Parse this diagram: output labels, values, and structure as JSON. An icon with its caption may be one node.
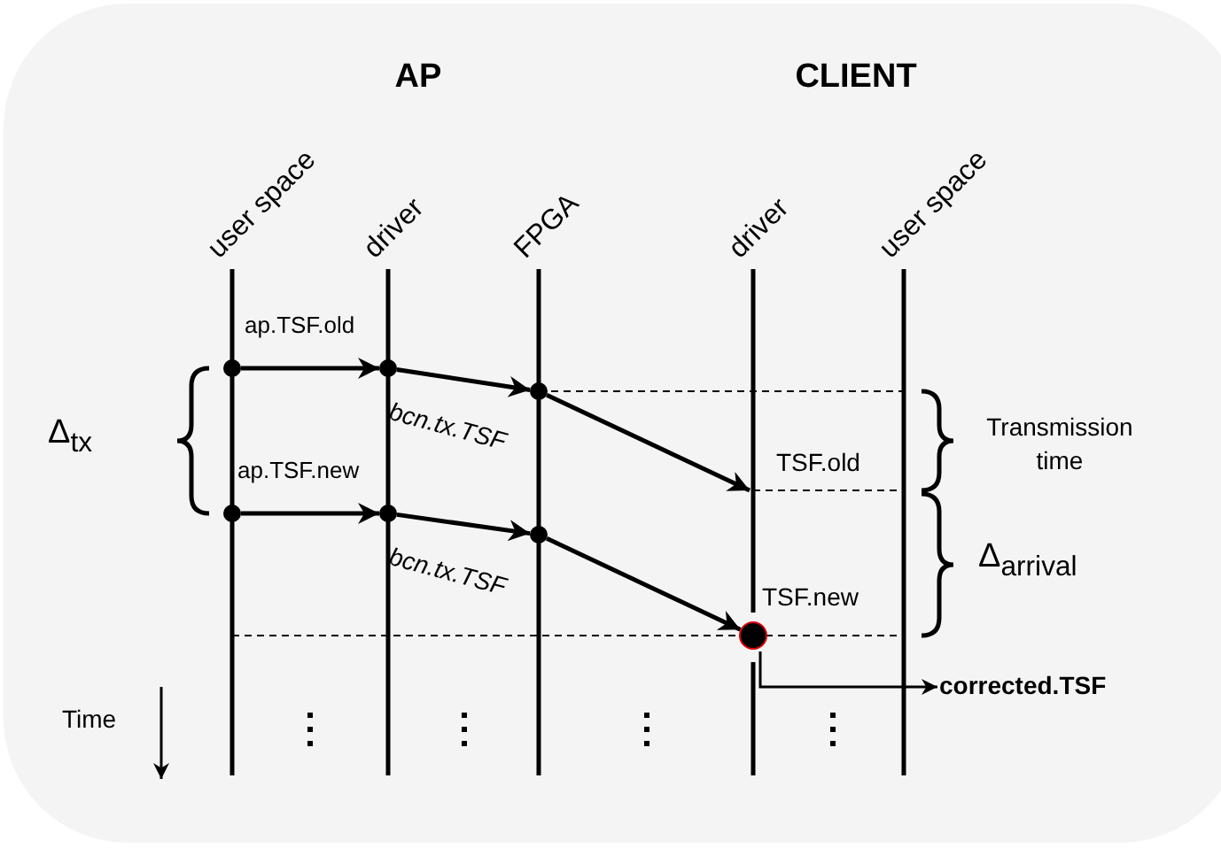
{
  "diagram": {
    "nodes": [
      {
        "text": [],
        "shape": "circle"
      },
      {
        "text": [],
        "shape": "circle"
      },
      {
        "text": [],
        "shape": "circle"
      },
      {
        "text": [],
        "shape": "circle"
      },
      {
        "text": [],
        "shape": "circle"
      },
      {
        "text": [],
        "shape": "circle"
      },
      {
        "text": [],
        "shape": "circle"
      },
      {
        "text": [
          "corrected.TSF"
        ]
      }
    ],
    "edges": [
      {
        "from": 0,
        "to": 1,
        "arrow": "to",
        "label": "ap.TSF.old"
      },
      {
        "from": 1,
        "to": 2,
        "arrow": "to",
        "label": "bcn.tx.TSF"
      },
      {
        "from": 2,
        "to": null,
        "arrow": "to"
      },
      {
        "from": 3,
        "to": 4,
        "arrow": "to",
        "label": "ap.TSF.new"
      },
      {
        "from": 4,
        "to": 5,
        "arrow": "to",
        "label": "bcn.tx.TSF"
      },
      {
        "from": 5,
        "to": 6,
        "arrow": "to"
      },
      {
        "from": 6,
        "to": 7,
        "arrow": "to"
      }
    ],
    "labels": [
      "AP",
      "CLIENT",
      "user space",
      "driver",
      "FPGA",
      "driver",
      "user space",
      "Δ$_{tx}$",
      "Transmission time",
      "TSF.old",
      "TSF.new",
      "Δ$_{arrival}$",
      "Time"
    ]
  }
}
